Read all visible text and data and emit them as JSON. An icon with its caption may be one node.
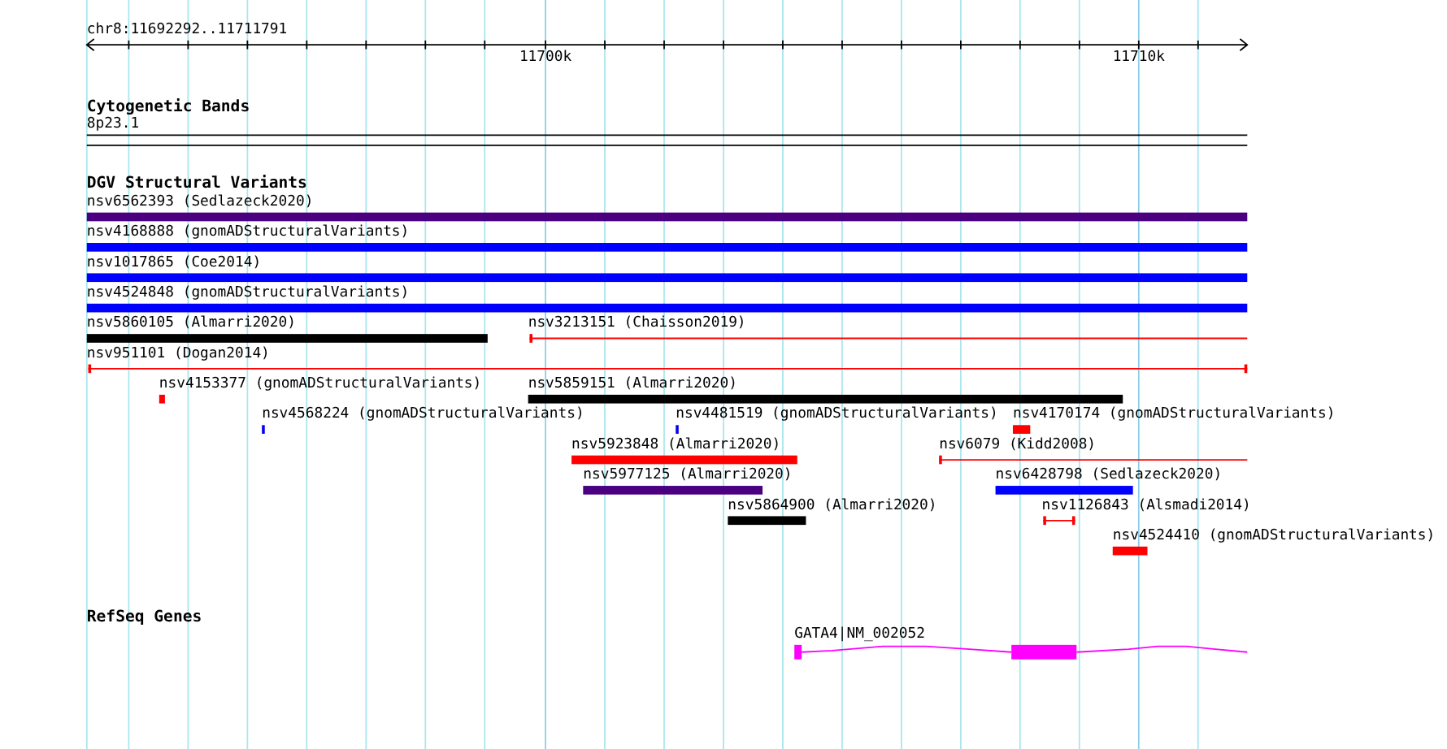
{
  "diagram": {
    "labels": [
      "chr8:11692292..11711791",
      "11700k",
      "11710k",
      "Cytogenetic Bands",
      "8p23.1",
      "DGV Structural Variants",
      "nsv6562393 (Sedlazeck2020)",
      "nsv4168888 (gnomADStructuralVariants)",
      "nsv1017865 (Coe2014)",
      "nsv4524848 (gnomADStructuralVariants)",
      "nsv5860105 (Almarri2020)",
      "nsv3213151 (Chaisson2019)",
      "nsv951101 (Dogan2014)",
      "nsv4153377 (gnomADStructuralVariants)",
      "nsv5859151 (Almarri2020)",
      "nsv4568224 (gnomADStructuralVariants)",
      "nsv4481519 (gnomADStructuralVariants)",
      "nsv4170174 (gnomADStructuralVariants)",
      "nsv5923848 (Almarri2020)",
      "nsv6079 (Kidd2008)",
      "nsv5977125 (Almarri2020)",
      "nsv6428798 (Sedlazeck2020)",
      "nsv5864900 (Almarri2020)",
      "nsv1126843 (Alsmadi2014)",
      "nsv4524410 (gnomADStructuralVariants)",
      "RefSeq Genes",
      "GATA4|NM_002052"
    ]
  }
}
